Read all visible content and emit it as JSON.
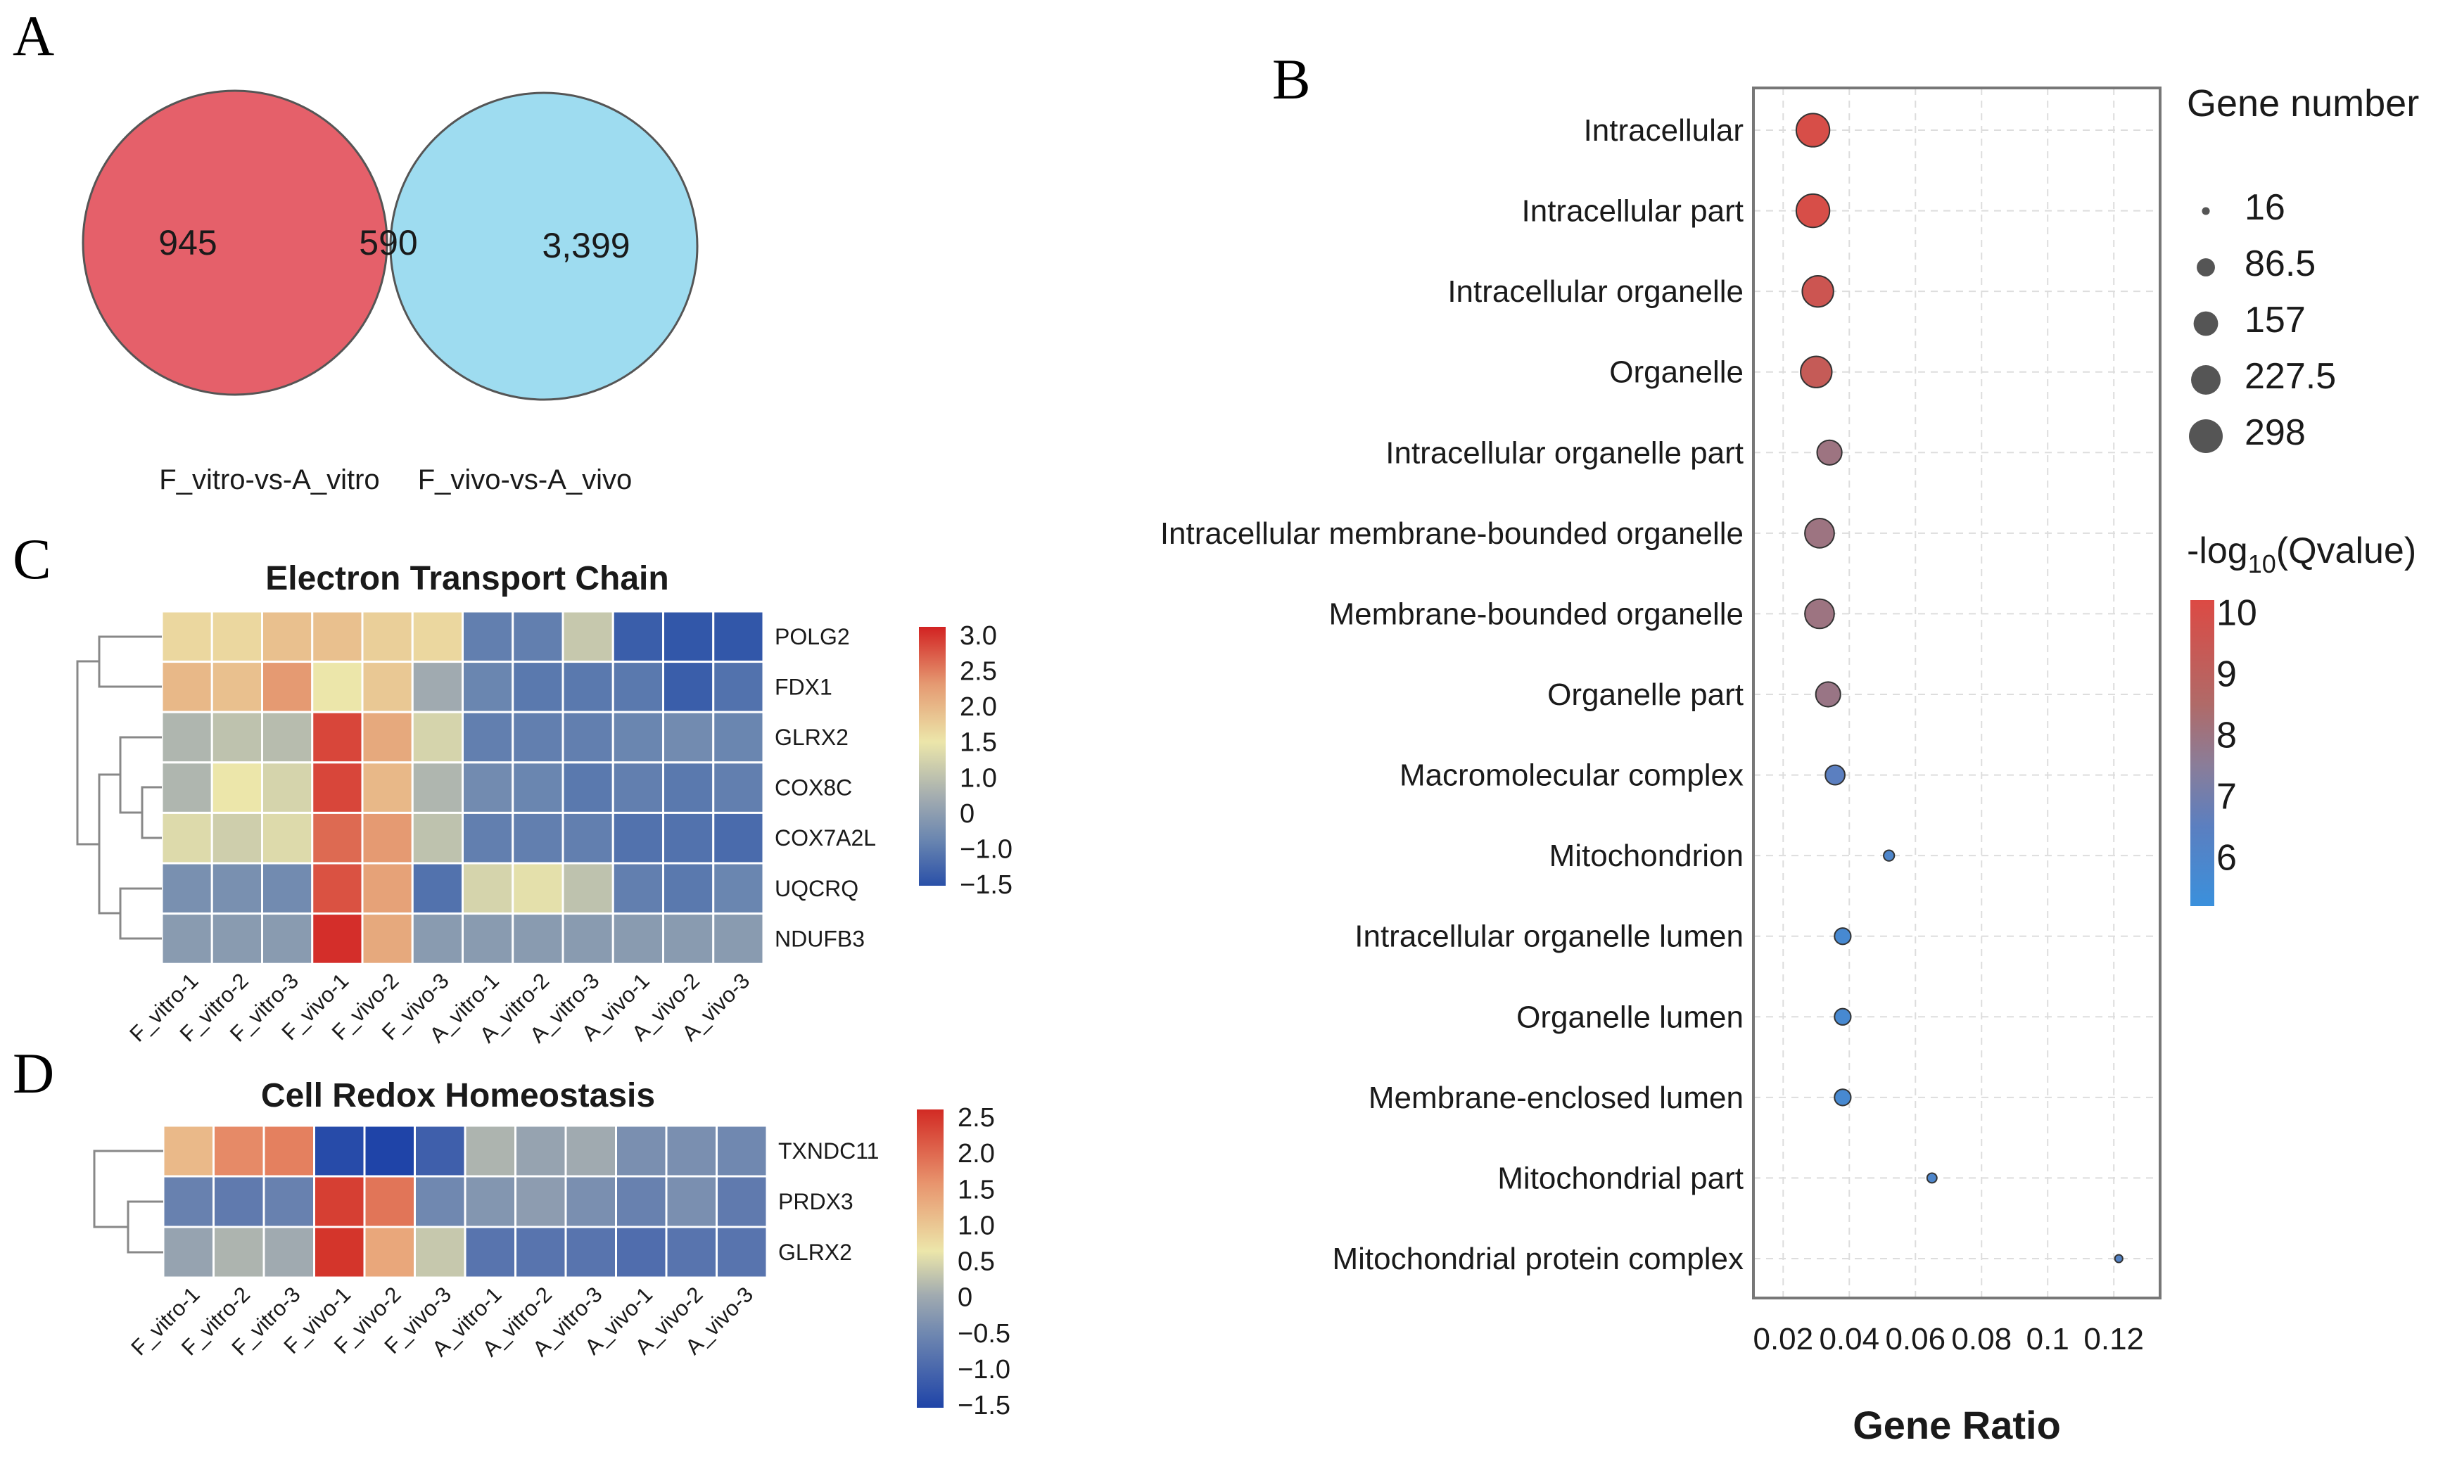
{
  "panels": {
    "a": "A",
    "b": "B",
    "c": "C",
    "d": "D"
  },
  "venn": {
    "sets": [
      {
        "label": "F_vitro-vs-A_vitro",
        "only": "945",
        "color": "#e5606a"
      },
      {
        "label": "F_vivo-vs-A_vivo",
        "only": "3,399",
        "color": "#9edcf0"
      }
    ],
    "overlap": "590",
    "overlap_color": "#95a9bd"
  },
  "chart_data": [
    {
      "type": "scatter",
      "title": "",
      "xlabel": "Gene Ratio",
      "ylabel": "",
      "xlim": [
        0.011,
        0.134
      ],
      "x_ticks": [
        0.02,
        0.04,
        0.06,
        0.08,
        0.1,
        0.12
      ],
      "x_tick_labels": [
        "0.02",
        "0.04",
        "0.06",
        "0.08",
        "0.1",
        "0.12"
      ],
      "grid": true,
      "categories": [
        "Intracellular",
        "Intracellular part",
        "Intracellular organelle",
        "Organelle",
        "Intracellular organelle part",
        "Intracellular membrane-bounded organelle",
        "Membrane-bounded organelle",
        "Organelle part",
        "Macromolecular complex",
        "Mitochondrion",
        "Intracellular organelle lumen",
        "Organelle lumen",
        "Membrane-enclosed lumen",
        "Mitochondrial part",
        "Mitochondrial protein complex"
      ],
      "gene_ratio": [
        0.029,
        0.029,
        0.0305,
        0.03,
        0.034,
        0.031,
        0.031,
        0.0336,
        0.0357,
        0.052,
        0.038,
        0.038,
        0.038,
        0.065,
        0.1215
      ],
      "gene_number": [
        290,
        290,
        255,
        255,
        160,
        225,
        225,
        160,
        100,
        30,
        70,
        70,
        70,
        25,
        16
      ],
      "neg_log10_qvalue": [
        10,
        10,
        9.6,
        9.3,
        8,
        8,
        8,
        7.9,
        6.5,
        6,
        5.7,
        5.7,
        5.7,
        6,
        6.2
      ],
      "size_legend": {
        "title": "Gene number",
        "values": [
          16,
          86.5,
          157,
          227.5,
          298
        ],
        "labels": [
          "16",
          "86.5",
          "157",
          "227.5",
          "298"
        ]
      },
      "color_legend": {
        "title_prefix": "-log",
        "title_sub": "10",
        "title_suffix": "(Qvalue)",
        "ticks": [
          10,
          9,
          8,
          7,
          6
        ],
        "tick_labels": [
          "10",
          "9",
          "8",
          "7",
          "6"
        ],
        "range": [
          5.2,
          10.2
        ],
        "stops": [
          [
            5.2,
            "#3a90dc"
          ],
          [
            6.5,
            "#5b7fc0"
          ],
          [
            7.5,
            "#8a7d99"
          ],
          [
            8.5,
            "#b06a68"
          ],
          [
            10.2,
            "#dc4a44"
          ]
        ]
      },
      "legend_placement": "right"
    },
    {
      "type": "heatmap",
      "title": "Electron Transport Chain",
      "columns": [
        "F_vitro-1",
        "F_vitro-2",
        "F_vitro-3",
        "F_vivo-1",
        "F_vivo-2",
        "F_vivo-3",
        "A_vitro-1",
        "A_vitro-2",
        "A_vitro-3",
        "A_vivo-1",
        "A_vivo-2",
        "A_vivo-3"
      ],
      "rows": [
        "POLG2",
        "FDX1",
        "GLRX2",
        "COX8C",
        "COX7A2L",
        "UQCRQ",
        "NDUFB3"
      ],
      "values": [
        [
          1.2,
          1.2,
          1.5,
          1.5,
          1.3,
          1.2,
          -0.8,
          -0.8,
          0.5,
          -1.3,
          -1.4,
          -1.4
        ],
        [
          1.6,
          1.5,
          2.0,
          1.0,
          1.4,
          0.0,
          -0.7,
          -0.9,
          -0.9,
          -0.9,
          -1.3,
          -1.0
        ],
        [
          0.2,
          0.4,
          0.3,
          2.7,
          1.8,
          0.7,
          -0.8,
          -0.8,
          -0.8,
          -0.7,
          -0.6,
          -0.7
        ],
        [
          0.2,
          1.0,
          0.7,
          2.7,
          1.6,
          0.2,
          -0.6,
          -0.7,
          -0.9,
          -0.8,
          -0.9,
          -0.8
        ],
        [
          0.8,
          0.6,
          0.8,
          2.4,
          2.0,
          0.4,
          -0.8,
          -0.8,
          -0.8,
          -1.0,
          -1.0,
          -1.1
        ],
        [
          -0.5,
          -0.5,
          -0.6,
          2.6,
          1.9,
          -1.0,
          0.7,
          0.9,
          0.4,
          -0.8,
          -0.9,
          -0.7
        ],
        [
          -0.3,
          -0.3,
          -0.3,
          2.9,
          1.8,
          -0.3,
          -0.3,
          -0.3,
          -0.3,
          -0.3,
          -0.3,
          -0.3
        ]
      ],
      "colorbar_tick_labels": [
        "3.0",
        "2.5",
        "2.0",
        "1.5",
        "1.0",
        "0",
        "−1.0",
        "−1.5"
      ],
      "range": [
        -1.5,
        3.0
      ],
      "stops": [
        [
          -1.5,
          "#2a50a8"
        ],
        [
          -0.7,
          "#6a86b0"
        ],
        [
          0,
          "#a0aab0"
        ],
        [
          1.0,
          "#ece6aa"
        ],
        [
          2.0,
          "#e59a72"
        ],
        [
          3.0,
          "#d22222"
        ]
      ]
    },
    {
      "type": "heatmap",
      "title": "Cell Redox Homeostasis",
      "columns": [
        "F_vitro-1",
        "F_vitro-2",
        "F_vitro-3",
        "F_vivo-1",
        "F_vivo-2",
        "F_vivo-3",
        "A_vitro-1",
        "A_vitro-2",
        "A_vitro-3",
        "A_vivo-1",
        "A_vivo-2",
        "A_vivo-3"
      ],
      "rows": [
        "TXNDC11",
        "PRDX3",
        "GLRX2"
      ],
      "values": [
        [
          1.1,
          1.6,
          1.7,
          -1.4,
          -1.5,
          -1.1,
          0.1,
          -0.1,
          0.0,
          -0.4,
          -0.4,
          -0.5
        ],
        [
          -0.6,
          -0.7,
          -0.6,
          2.3,
          1.8,
          -0.5,
          -0.3,
          -0.2,
          -0.4,
          -0.6,
          -0.4,
          -0.7
        ],
        [
          -0.1,
          0.1,
          0.0,
          2.4,
          1.3,
          0.3,
          -0.8,
          -0.8,
          -0.8,
          -0.9,
          -0.8,
          -0.8
        ]
      ],
      "colorbar_tick_labels": [
        "2.5",
        "2.0",
        "1.5",
        "1.0",
        "0.5",
        "0",
        "−0.5",
        "−1.0",
        "−1.5"
      ],
      "range": [
        -1.5,
        2.5
      ],
      "stops": [
        [
          -1.5,
          "#1f44a8"
        ],
        [
          -0.5,
          "#7088b0"
        ],
        [
          0,
          "#a0aab0"
        ],
        [
          0.6,
          "#ece6aa"
        ],
        [
          1.5,
          "#e8956e"
        ],
        [
          2.5,
          "#d22a24"
        ]
      ]
    }
  ]
}
